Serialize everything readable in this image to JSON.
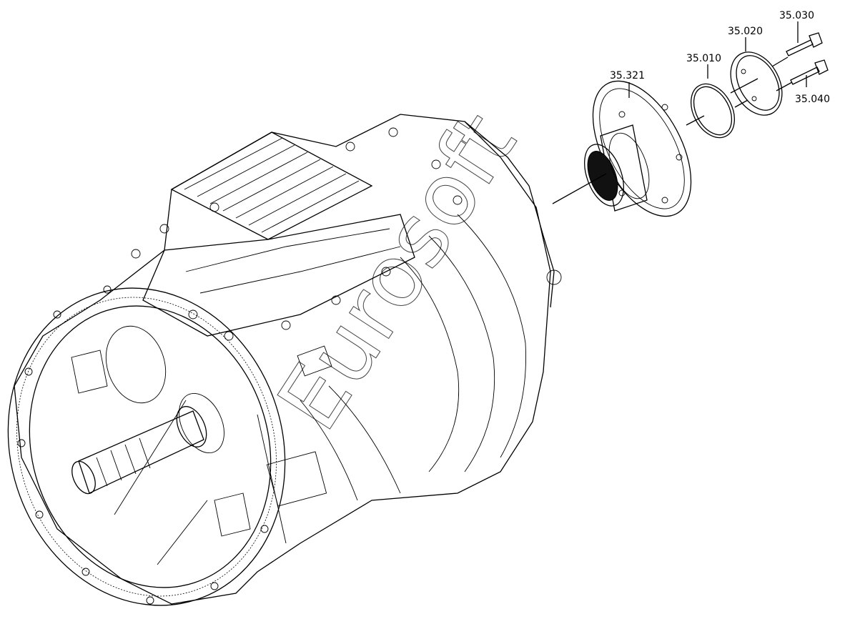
{
  "callouts": {
    "c35321": "35.321",
    "c35010": "35.010",
    "c35020": "35.020",
    "c35030": "35.030",
    "c35040": "35.040"
  },
  "watermark": "Eurosoft"
}
